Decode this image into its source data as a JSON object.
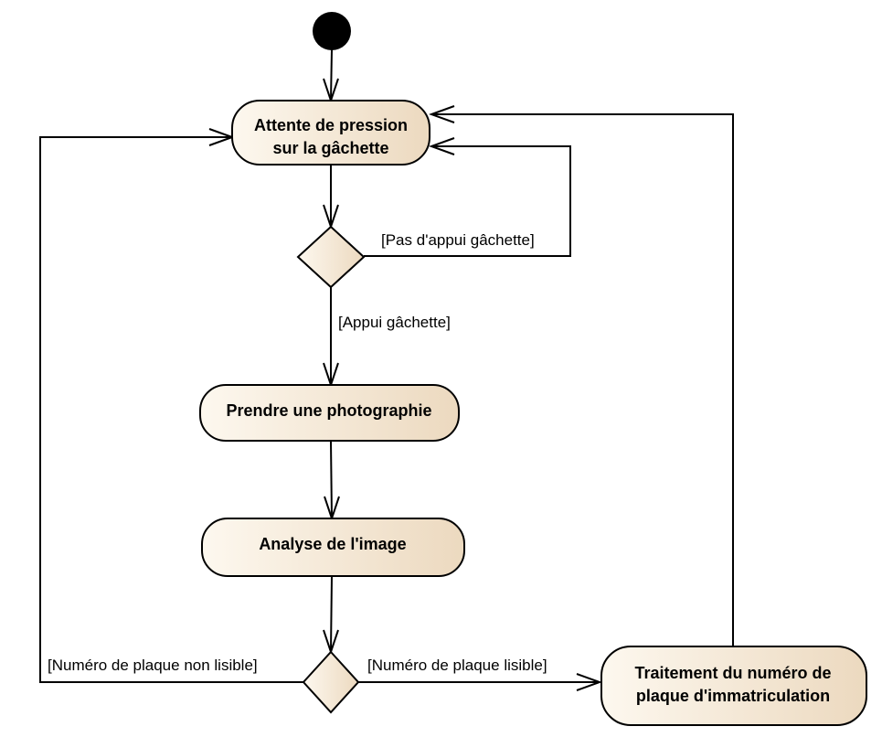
{
  "colors": {
    "activity_fill_start": "#fdf8ef",
    "activity_fill_end": "#ecd9bf",
    "line": "#000000",
    "initial_node": "#000000"
  },
  "nodes": {
    "initial": {
      "type": "initial-node"
    },
    "wait_trigger": {
      "type": "action",
      "line1": "Attente de pression",
      "line2": "sur la gâchette"
    },
    "decision_trigger": {
      "type": "decision"
    },
    "take_photo": {
      "type": "action",
      "label": "Prendre une photographie"
    },
    "analyse_image": {
      "type": "action",
      "label": "Analyse de l'image"
    },
    "decision_plate": {
      "type": "decision"
    },
    "process_plate": {
      "type": "action",
      "line1": "Traitement du numéro de",
      "line2": "plaque d'immatriculation"
    }
  },
  "guards": {
    "no_press": "[Pas d'appui gâchette]",
    "press": "[Appui gâchette]",
    "unreadable": "[Numéro de plaque non lisible]",
    "readable": "[Numéro de plaque lisible]"
  }
}
